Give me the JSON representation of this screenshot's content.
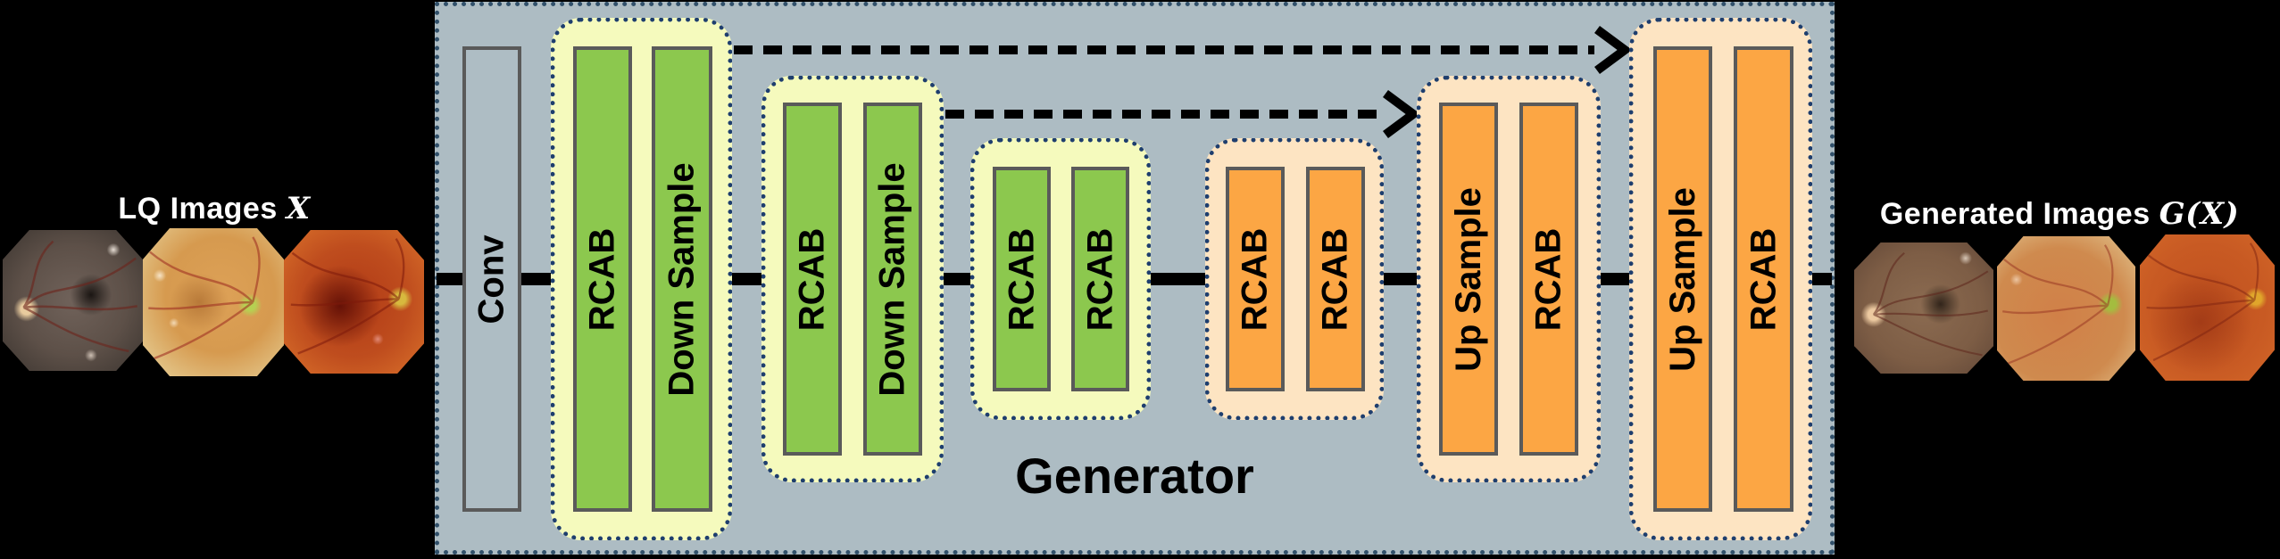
{
  "left_panel": {
    "title": "LQ Images",
    "title_math": "X",
    "images": [
      {
        "name": "lq-fundus-1",
        "tone": "dark gray-brown retina, pale optic disc left, dark macula"
      },
      {
        "name": "lq-fundus-2",
        "tone": "amber-orange retina, yellow-green optic disc right"
      },
      {
        "name": "lq-fundus-3",
        "tone": "red-orange retina, dark red macula, yellow optic disc right"
      }
    ]
  },
  "generator": {
    "title": "Generator",
    "conv": {
      "label": "Conv"
    },
    "blocks": [
      {
        "name": "encoder-block-1",
        "theme": "green",
        "bars": [
          "RCAB",
          "Down Sample"
        ]
      },
      {
        "name": "encoder-block-2",
        "theme": "green",
        "bars": [
          "RCAB",
          "Down Sample"
        ]
      },
      {
        "name": "bottleneck-block-green",
        "theme": "green",
        "bars": [
          "RCAB",
          "RCAB"
        ]
      },
      {
        "name": "bottleneck-block-orange",
        "theme": "orange",
        "bars": [
          "RCAB",
          "RCAB"
        ]
      },
      {
        "name": "decoder-block-1",
        "theme": "orange",
        "bars": [
          "Up Sample",
          "RCAB"
        ]
      },
      {
        "name": "decoder-block-2",
        "theme": "orange",
        "bars": [
          "Up Sample",
          "RCAB"
        ]
      }
    ],
    "skip_connections": [
      {
        "name": "skip-connection-1",
        "style": "dashed-arrow",
        "from": "encoder-block-1",
        "to": "decoder-block-2"
      },
      {
        "name": "skip-connection-2",
        "style": "dashed-arrow",
        "from": "encoder-block-2",
        "to": "decoder-block-1"
      }
    ],
    "main_flow": {
      "name": "main-flow-line",
      "style": "solid-black"
    }
  },
  "right_panel": {
    "title": "Generated Images",
    "title_math": "G(X)",
    "images": [
      {
        "name": "generated-fundus-1",
        "tone": "brown retina, pale optic disc left, dark macula"
      },
      {
        "name": "generated-fundus-2",
        "tone": "orange-tan retina, green optic disc right"
      },
      {
        "name": "generated-fundus-3",
        "tone": "deep orange retina, yellow optic disc right"
      }
    ]
  },
  "colors": {
    "background": "#000000",
    "generator_fill": "#adbcc3",
    "generator_border": "#31506a",
    "block_border": "#1e3e6e",
    "yellow_block_fill": "#f5fabd",
    "peach_block_fill": "#fde4c2",
    "green_bar": "#8cc84e",
    "orange_bar": "#fca644",
    "bar_border": "#5a5a5a",
    "flow_line": "#000000",
    "label_text": "#ffffff",
    "diagram_text": "#000000"
  }
}
